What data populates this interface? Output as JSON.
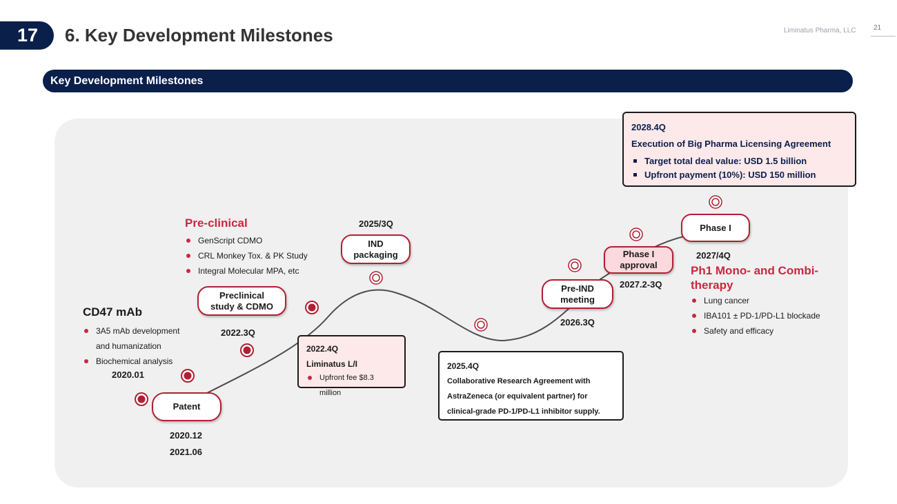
{
  "header": {
    "slide_number": "17",
    "title": "6. Key Development Milestones",
    "company": "Liminatus Pharma, LLC",
    "page": "21"
  },
  "section": {
    "title": "Key Development Milestones"
  },
  "cd47": {
    "heading": "CD47 mAb",
    "items": [
      "3A5 mAb development",
      "and humanization",
      "Biochemical analysis"
    ],
    "date": "2020.01"
  },
  "patent": {
    "label": "Patent",
    "dates": [
      "2020.12",
      "2021.06"
    ]
  },
  "preclinical": {
    "heading": "Pre-clinical",
    "items": [
      "GenScript CDMO",
      "CRL Monkey Tox. & PK Study",
      "Integral Molecular MPA, etc"
    ],
    "pill_line1": "Preclinical",
    "pill_line2": "study & CDMO",
    "date": "2022.3Q"
  },
  "licensing_card": {
    "date": "2022.4Q",
    "title": "Liminatus L/I",
    "bullet": "Upfront fee $8.3 million"
  },
  "ind": {
    "date": "2025/3Q",
    "line1": "IND",
    "line2": "packaging"
  },
  "collab_card": {
    "date": "2025.4Q",
    "lines": [
      "Collaborative Research Agreement with",
      "AstraZeneca (or equivalent partner) for",
      "clinical-grade PD-1/PD-L1 inhibitor supply."
    ]
  },
  "preind": {
    "line1": "Pre-IND",
    "line2": "meeting",
    "date": "2026.3Q"
  },
  "phase1_approval": {
    "line1": "Phase I",
    "line2": "approval",
    "date": "2027.2-3Q"
  },
  "phase1": {
    "label": "Phase I",
    "date": "2027/4Q",
    "heading": "Ph1 Mono- and Combi-therapy",
    "items": [
      "Lung cancer",
      "IBA101 ± PD-1/PD-L1 blockade",
      "Safety and efficacy"
    ]
  },
  "big_pharma_card": {
    "date": "2028.4Q",
    "title": "Execution of Big Pharma Licensing Agreement",
    "bullets": [
      "Target total deal value: USD 1.5 billion",
      "Upfront payment (10%): USD 150 million"
    ]
  },
  "colors": {
    "navy": "#0b1f4b",
    "red": "#c8283e",
    "pink": "#fde9ea"
  }
}
